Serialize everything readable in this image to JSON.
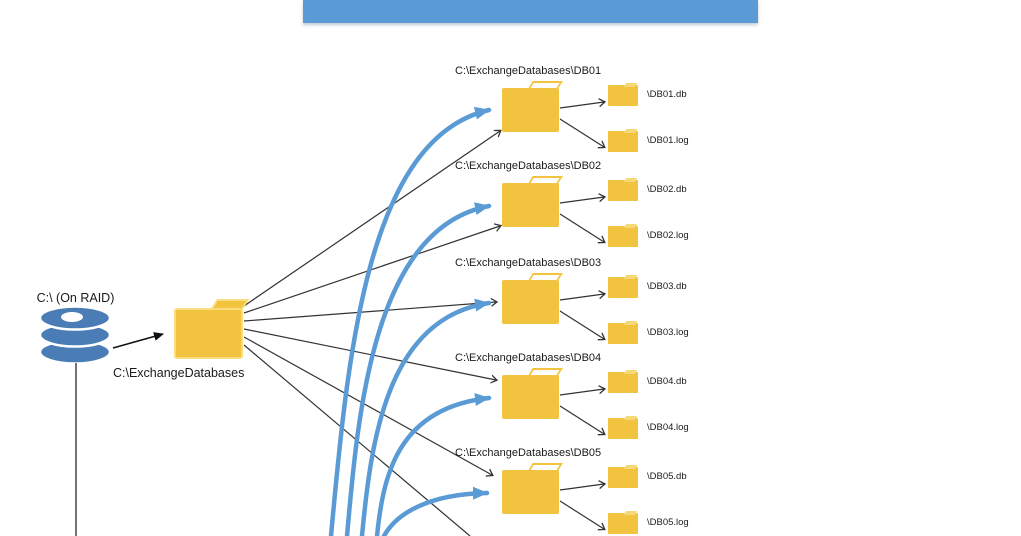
{
  "source_disk": {
    "label": "C:\\ (On RAID)"
  },
  "root_folder": {
    "label": "C:\\ExchangeDatabases"
  },
  "databases": [
    {
      "path": "C:\\ExchangeDatabases\\DB01",
      "db_file": "\\DB01.db",
      "log_file": "\\DB01.log"
    },
    {
      "path": "C:\\ExchangeDatabases\\DB02",
      "db_file": "\\DB02.db",
      "log_file": "\\DB02.log"
    },
    {
      "path": "C:\\ExchangeDatabases\\DB03",
      "db_file": "\\DB03.db",
      "log_file": "\\DB03.log"
    },
    {
      "path": "C:\\ExchangeDatabases\\DB04",
      "db_file": "\\DB04.db",
      "log_file": "\\DB04.log"
    },
    {
      "path": "C:\\ExchangeDatabases\\DB05",
      "db_file": "\\DB05.db",
      "log_file": "\\DB05.log"
    }
  ],
  "colors": {
    "banner_blue": "#5B9BD5",
    "arrow_blue": "#5B9BD5",
    "disk_blue": "#4A7CB5",
    "folder_yellow": "#F2C33E",
    "line_black": "#333333"
  }
}
